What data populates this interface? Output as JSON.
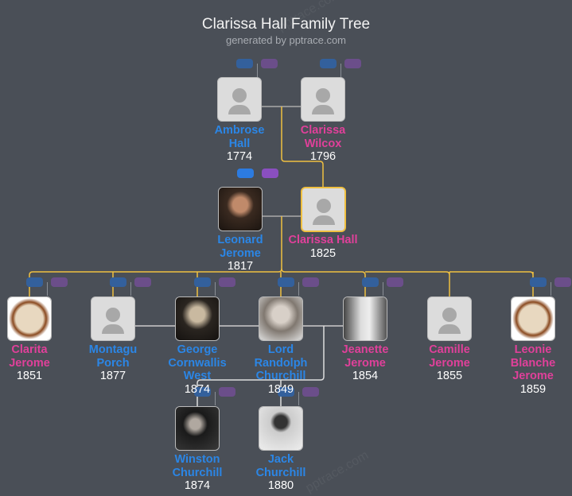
{
  "title": "Clarissa Hall Family Tree",
  "subtitle": "generated by pptrace.com",
  "watermark": "pptrace.com",
  "colors": {
    "male": "#2b86e6",
    "female": "#e0409a",
    "background": "#4a4f57",
    "lineage": "#f0c040"
  },
  "people": [
    {
      "first": "Ambrose",
      "last": "Hall",
      "year": "1774",
      "gender": "m",
      "photo": false
    },
    {
      "first": "Clarissa",
      "last": "Wilcox",
      "year": "1796",
      "gender": "f",
      "photo": false
    },
    {
      "first": "Leonard",
      "last": "Jerome",
      "year": "1817",
      "gender": "m",
      "photo": true
    },
    {
      "first": "Clarissa",
      "last": "Hall",
      "year": "1825",
      "gender": "f",
      "photo": false,
      "selected": true
    },
    {
      "first": "Clarita",
      "last": "Jerome",
      "year": "1851",
      "gender": "f",
      "photo": true
    },
    {
      "first": "Montagu",
      "last": "Porch",
      "year": "1877",
      "gender": "m",
      "photo": false
    },
    {
      "first": "George",
      "last": "Cornwallis West",
      "year": "1874",
      "gender": "m",
      "photo": true
    },
    {
      "first": "Lord",
      "last": "Randolph Churchill",
      "year": "1849",
      "gender": "m",
      "photo": true
    },
    {
      "first": "Jeanette",
      "last": "Jerome",
      "year": "1854",
      "gender": "f",
      "photo": true
    },
    {
      "first": "Camille",
      "last": "Jerome",
      "year": "1855",
      "gender": "f",
      "photo": false
    },
    {
      "first": "Leonie",
      "last": "Blanche Jerome",
      "year": "1859",
      "gender": "f",
      "photo": true
    },
    {
      "first": "Winston",
      "last": "Churchill",
      "year": "1874",
      "gender": "m",
      "photo": true
    },
    {
      "first": "Jack",
      "last": "Churchill",
      "year": "1880",
      "gender": "m",
      "photo": true
    }
  ]
}
